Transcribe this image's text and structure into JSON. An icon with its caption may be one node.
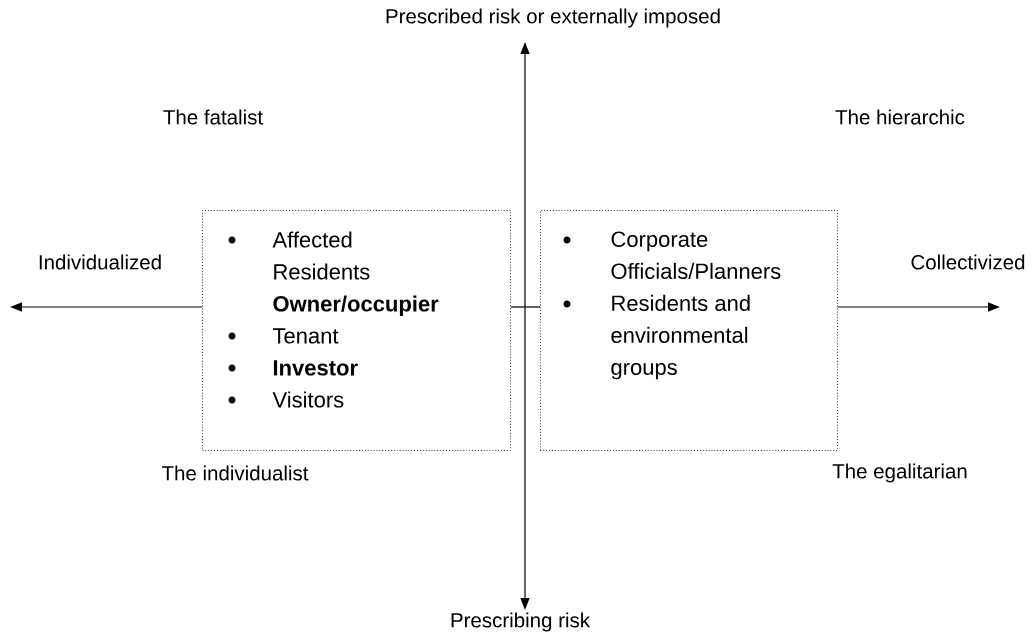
{
  "diagram": {
    "nodes": [
      {
        "text": [
          "Affected Residents **Owner/occupier**",
          "Tenant",
          "Investor",
          "Visitors"
        ]
      },
      {
        "text": [
          "Corporate Officials/Planners",
          "Residents and environmental groups"
        ]
      }
    ],
    "edges": [
      {
        "from": 0,
        "to": null,
        "arrow": "to"
      },
      {
        "from": 0,
        "to": 1,
        "arrow": "none"
      },
      {
        "from": 1,
        "to": null,
        "arrow": "to"
      }
    ],
    "labels": [
      "Prescribed risk or externally imposed",
      "The fatalist",
      "The hierarchic",
      "Individualized",
      "Collectivized",
      "The individualist",
      "The egalitarian",
      "Prescribing risk"
    ]
  }
}
